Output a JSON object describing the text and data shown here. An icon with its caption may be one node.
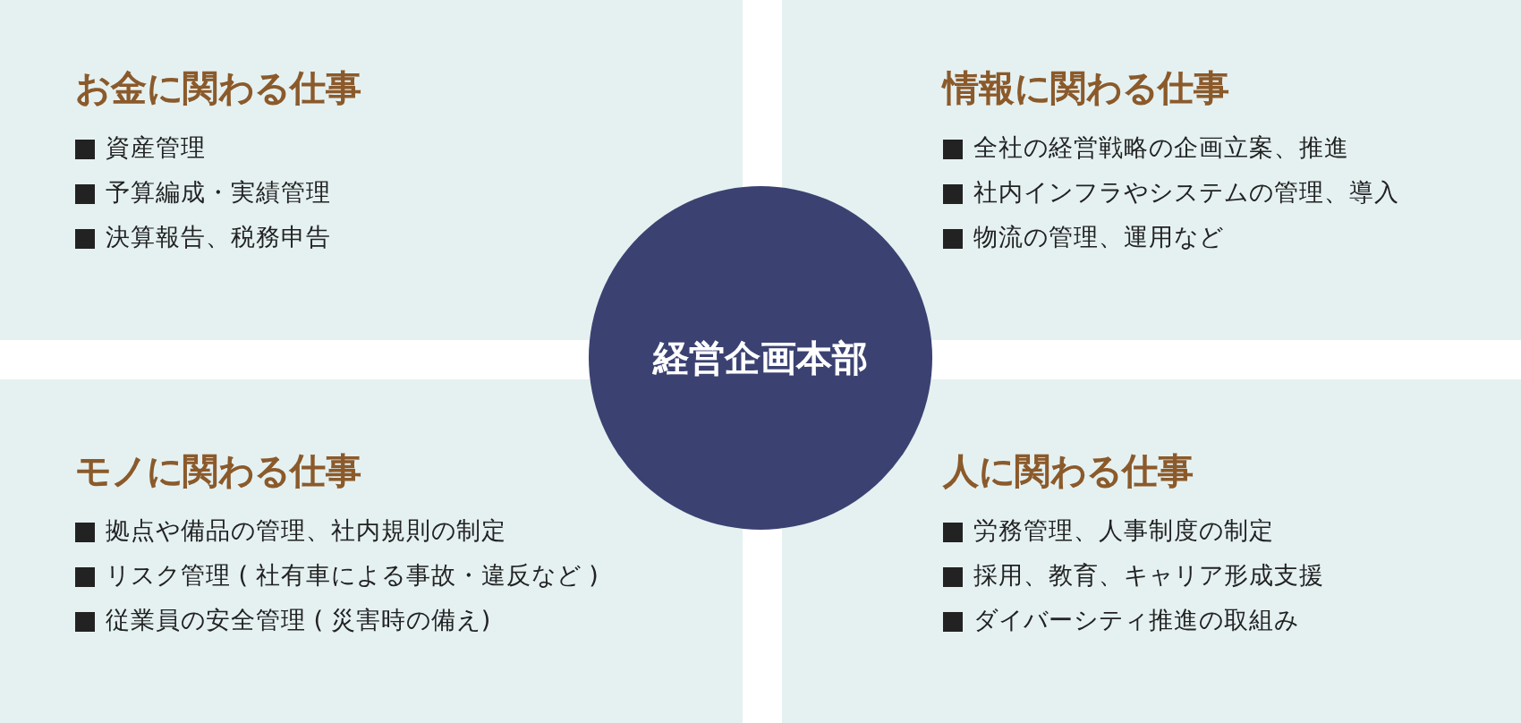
{
  "diagram": {
    "nodes": [
      {
        "text": [
          "お金に関わる仕事",
          "資産管理",
          "予算編成・実績管理",
          "決算報告、税務申告"
        ]
      },
      {
        "text": [
          "情報に関わる仕事",
          "全社の経営戦略の企画立案、推進",
          "社内インフラやシステムの管理、導入",
          "物流の管理、運用など"
        ]
      },
      {
        "text": [
          "経営企画本部"
        ]
      },
      {
        "text": [
          "モノに関わる仕事",
          "拠点や備品の管理、社内規則の制定",
          "リスク管理 ( 社有車による事故・違反など )",
          "従業員の安全管理 ( 災害時の備え)"
        ]
      },
      {
        "text": [
          "人に関わる仕事",
          "労務管理、人事制度の制定",
          "採用、教育、キャリア形成支援",
          "ダイバーシティ推進の取組み"
        ]
      }
    ]
  }
}
